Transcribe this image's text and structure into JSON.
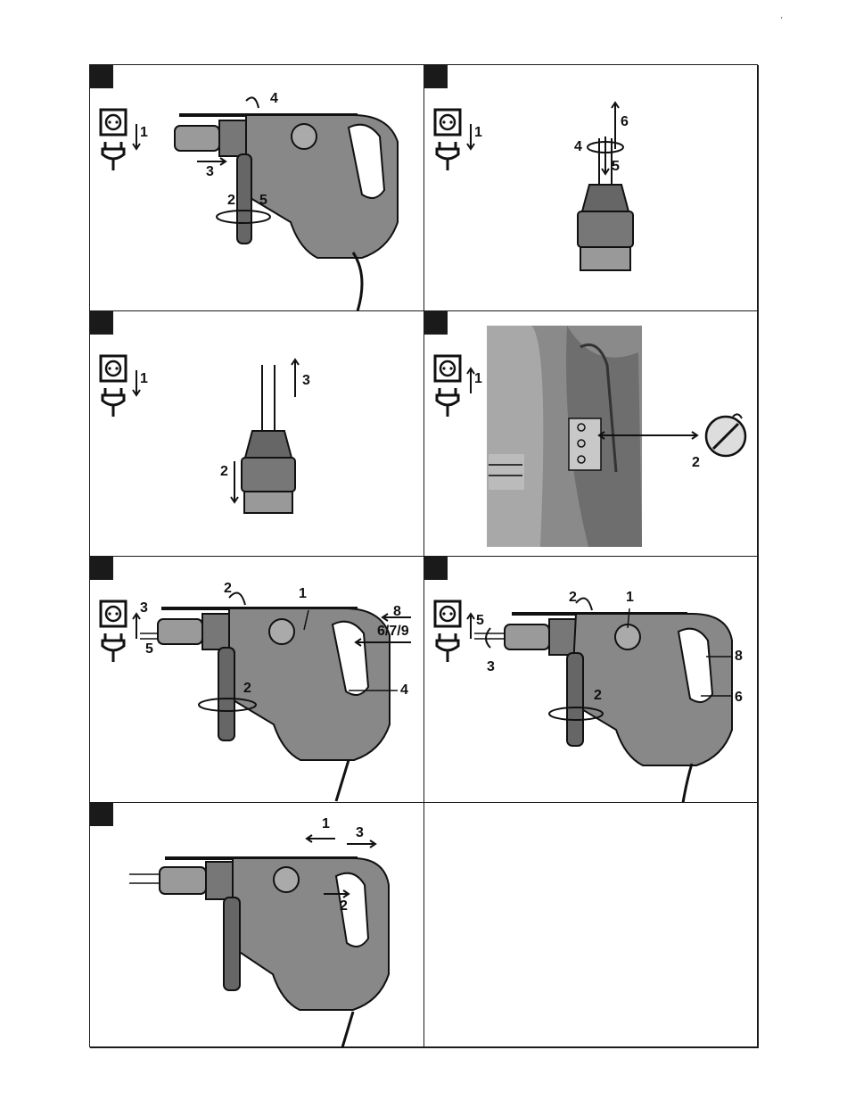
{
  "figures": [
    {
      "id": "fig-1",
      "labels": [
        "1",
        "2",
        "3",
        "4",
        "5"
      ]
    },
    {
      "id": "fig-2",
      "labels": [
        "1",
        "4",
        "5",
        "6"
      ]
    },
    {
      "id": "fig-3",
      "labels": [
        "1",
        "2",
        "3"
      ]
    },
    {
      "id": "fig-4",
      "labels": [
        "1",
        "2"
      ]
    },
    {
      "id": "fig-5",
      "labels": [
        "1",
        "2",
        "2",
        "3",
        "4",
        "5",
        "8",
        "6/7/9"
      ]
    },
    {
      "id": "fig-6",
      "labels": [
        "1",
        "2",
        "2",
        "3",
        "5",
        "6",
        "8"
      ]
    },
    {
      "id": "fig-7",
      "labels": [
        "1",
        "2",
        "3"
      ]
    }
  ],
  "icons": [
    "socket-icon",
    "plug-icon",
    "arrow-icon",
    "drill-illustration",
    "chuck-illustration",
    "lock-dial-illustration"
  ],
  "colors": {
    "line": "#1a1a1a",
    "body": "#7a7a7a",
    "body_dark": "#4a4a4a",
    "body_light": "#b8b8b8"
  }
}
